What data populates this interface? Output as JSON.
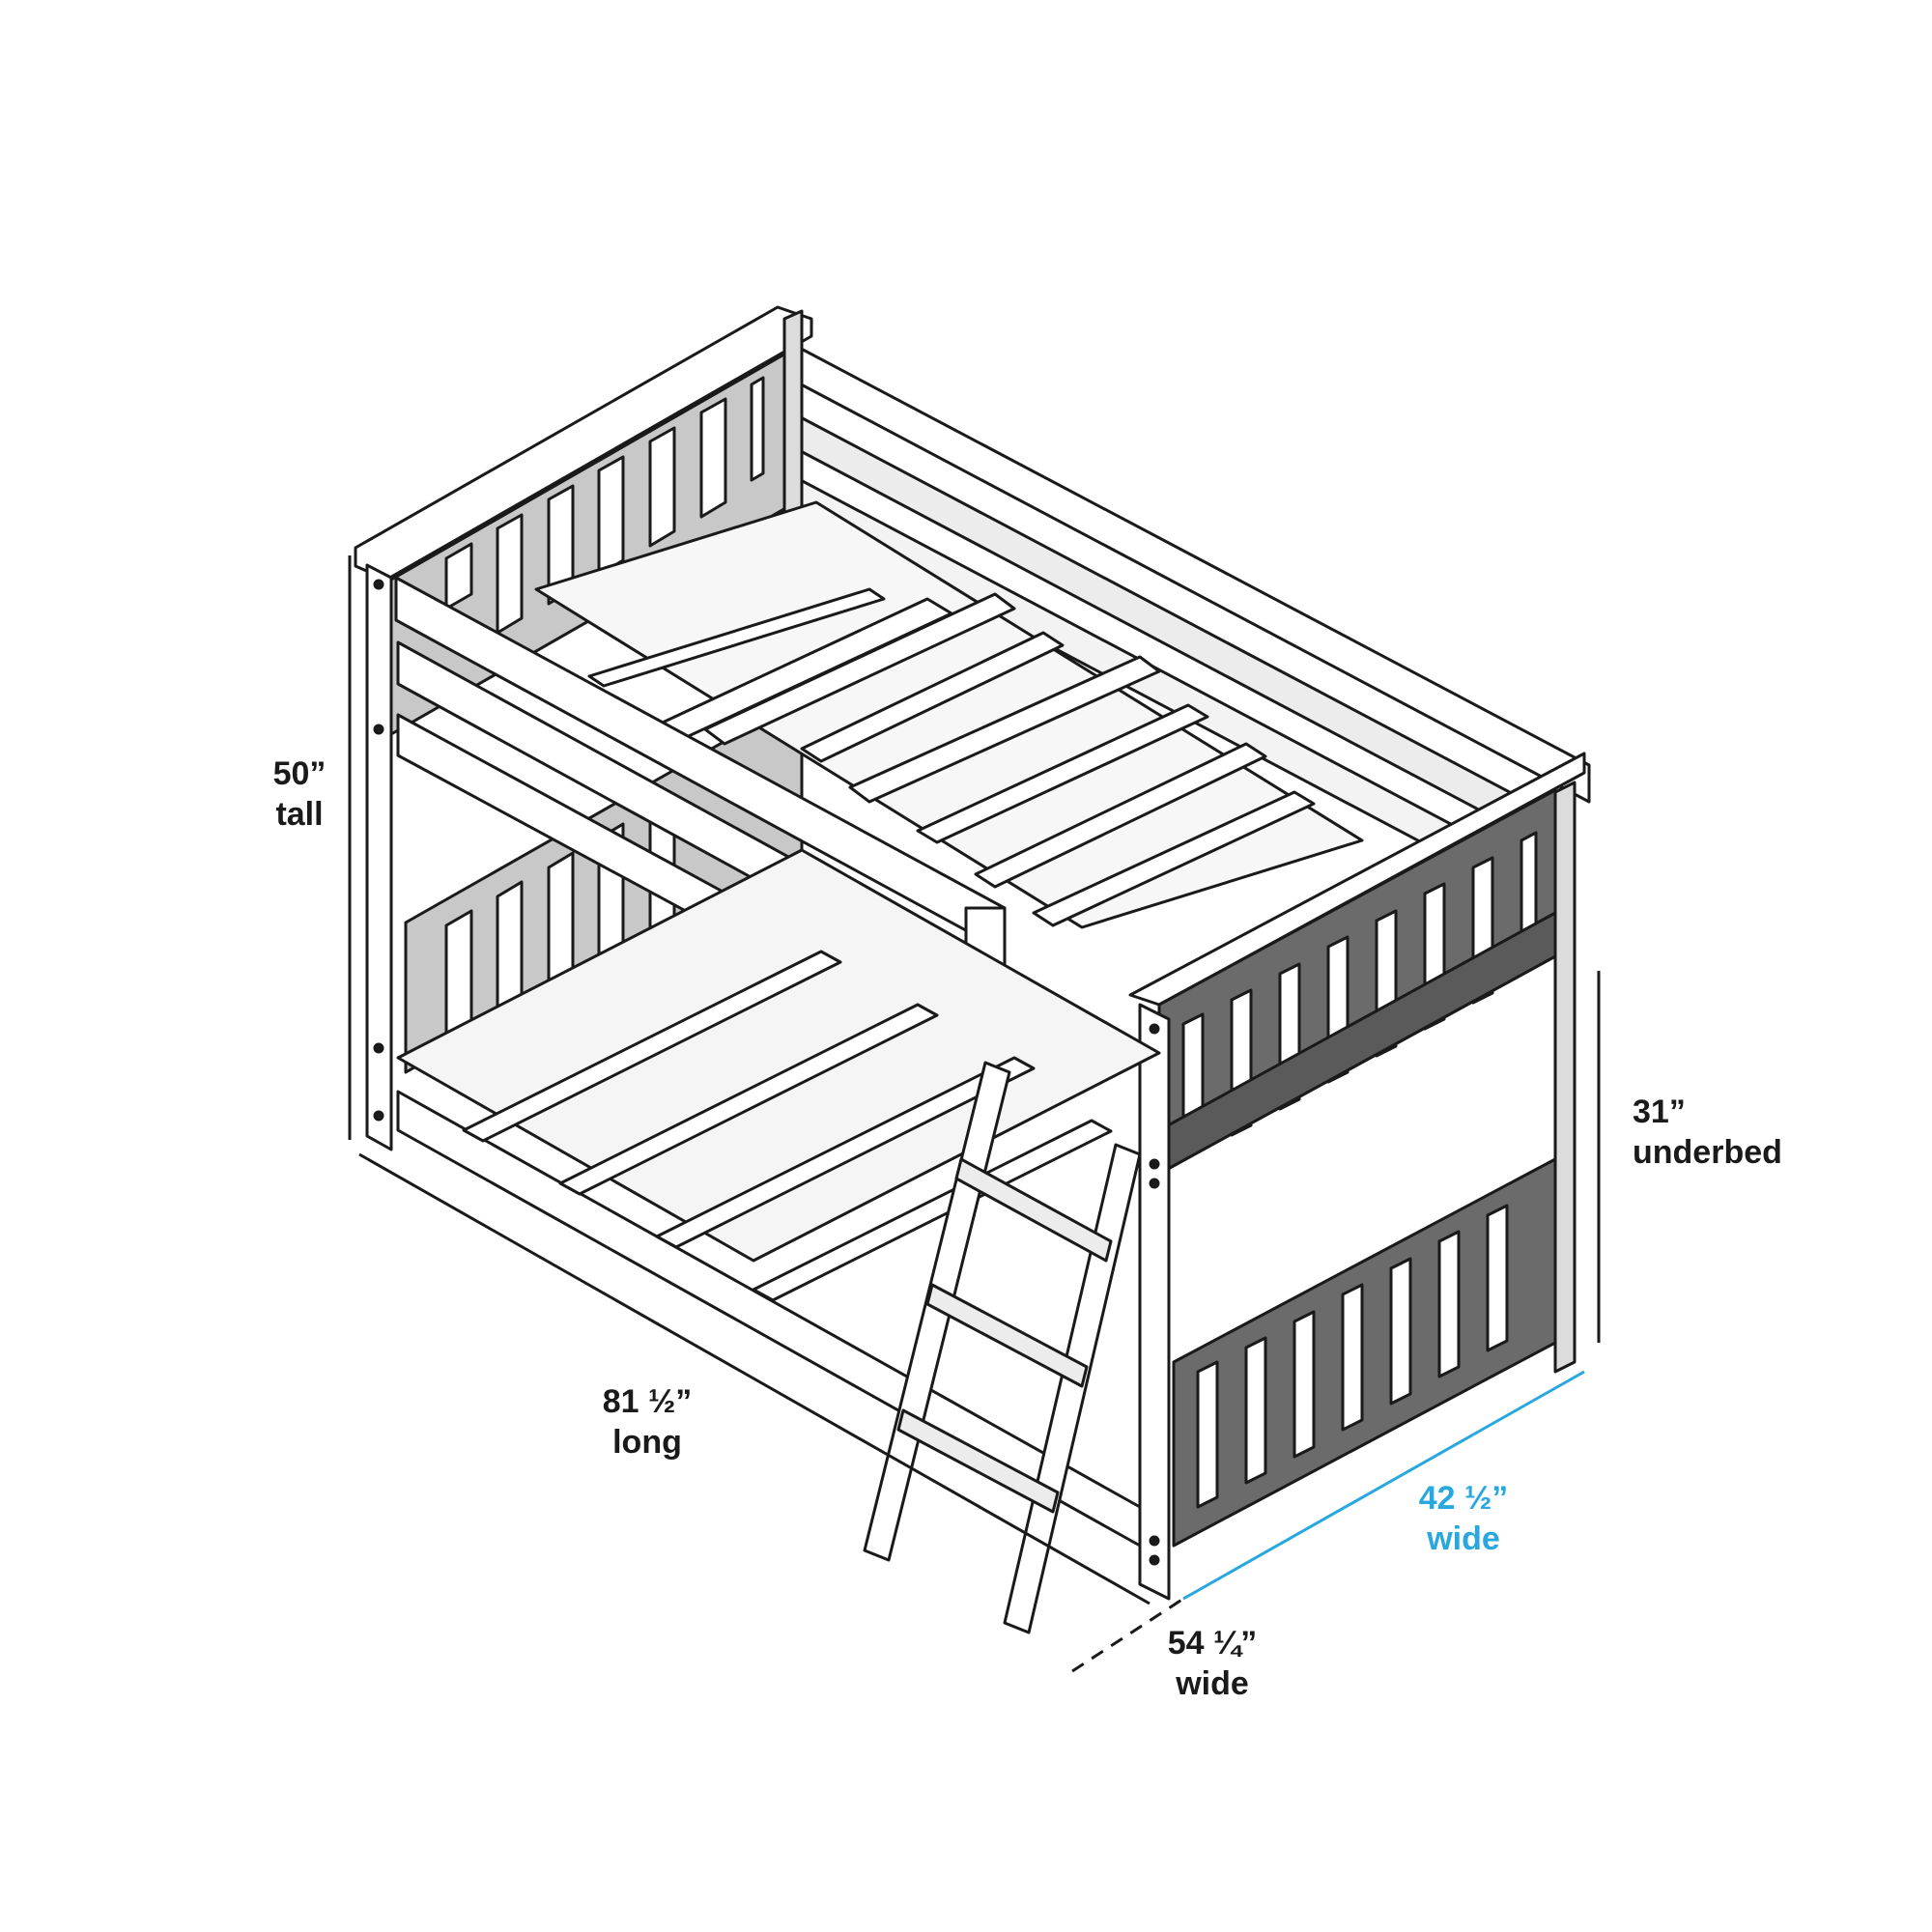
{
  "diagram": {
    "subject": "Twin bunk bed with angled ladder (isometric line drawing)",
    "colors": {
      "background": "#ffffff",
      "outline": "#1a1a1a",
      "frame_light": "#ffffff",
      "frame_mid": "#d6d6d6",
      "frame_dark": "#8a8a8a",
      "headboard_shaded": "#6b6b6b",
      "accent_dimension": "#29a8e0"
    }
  },
  "dimensions": {
    "height": {
      "value": "50”",
      "unit_label": "tall"
    },
    "underbed": {
      "value": "31”",
      "unit_label": "underbed"
    },
    "length": {
      "value": "81 ½”",
      "unit_label": "long"
    },
    "bed_width": {
      "value": "42 ½”",
      "unit_label": "wide"
    },
    "overall_width": {
      "value": "54 ¼”",
      "unit_label": "wide"
    }
  }
}
